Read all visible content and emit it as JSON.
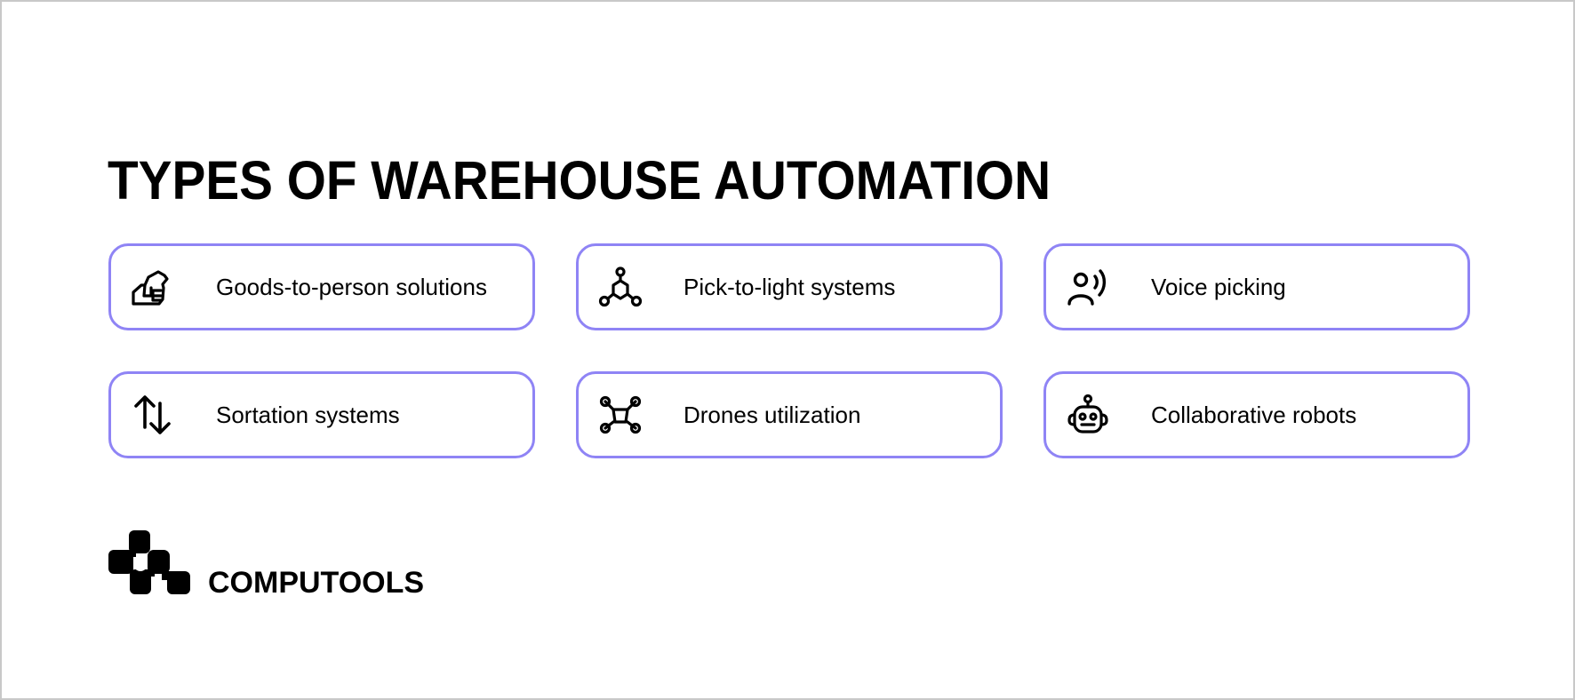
{
  "title": "TYPES OF WAREHOUSE AUTOMATION",
  "colors": {
    "card_border": "#8f84f5",
    "text": "#000000",
    "background": "#ffffff",
    "frame_border": "#c8c8c8"
  },
  "cards": [
    {
      "label": "Goods-to-person solutions",
      "icon": "hand-box-icon"
    },
    {
      "label": "Pick-to-light systems",
      "icon": "network-nodes-icon"
    },
    {
      "label": "Voice picking",
      "icon": "person-voice-icon"
    },
    {
      "label": "Sortation systems",
      "icon": "sort-arrows-icon"
    },
    {
      "label": "Drones utilization",
      "icon": "drone-icon"
    },
    {
      "label": "Collaborative robots",
      "icon": "robot-icon"
    }
  ],
  "brand": {
    "name": "COMPUTOOLS",
    "logo_icon": "computools-logo-icon"
  }
}
